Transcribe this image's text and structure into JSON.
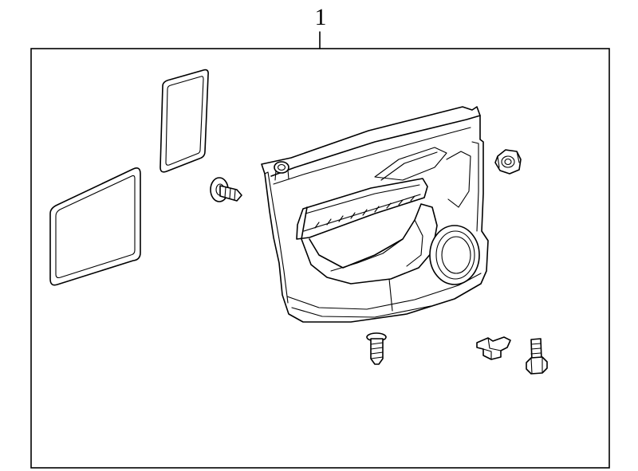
{
  "diagram": {
    "callout_label": "1",
    "parts": [
      {
        "name": "door-trim-panel"
      },
      {
        "name": "upper-insulator-pad"
      },
      {
        "name": "lower-insulator-pad"
      },
      {
        "name": "push-pin-retainer"
      },
      {
        "name": "trim-panel-nut"
      },
      {
        "name": "trim-panel-screw"
      },
      {
        "name": "clip-retainer"
      },
      {
        "name": "hex-bolt"
      }
    ]
  }
}
